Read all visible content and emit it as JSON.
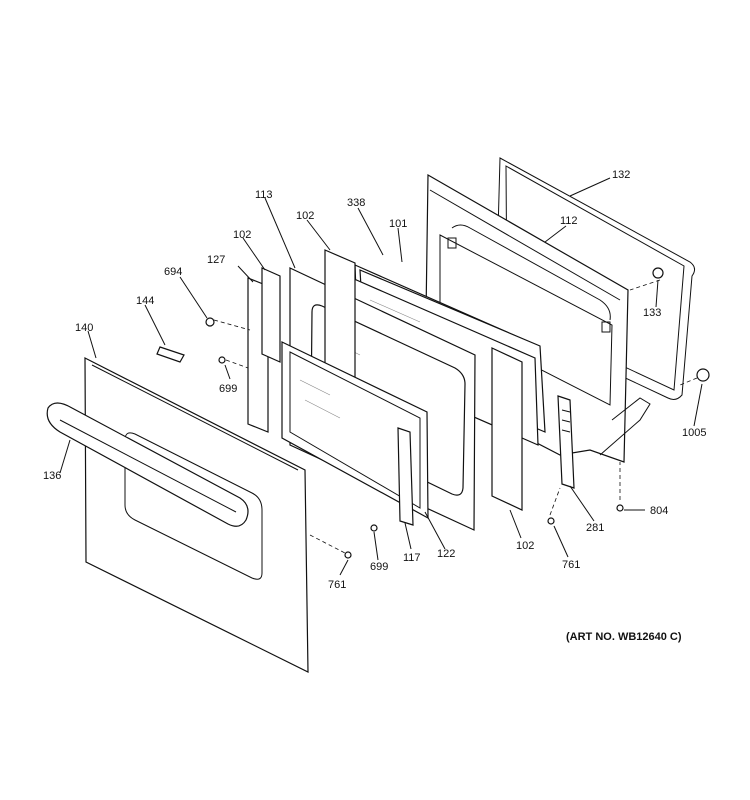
{
  "art_number": "(ART NO. WB12640 C)",
  "callouts": {
    "c132": "132",
    "c112": "112",
    "c338": "338",
    "c101": "101",
    "c113": "113",
    "c102a": "102",
    "c102b": "102",
    "c102c": "102",
    "c127": "127",
    "c694": "694",
    "c144": "144",
    "c140": "140",
    "c699a": "699",
    "c699b": "699",
    "c136": "136",
    "c133": "133",
    "c1005": "1005",
    "c804": "804",
    "c281": "281",
    "c761a": "761",
    "c761b": "761",
    "c117": "117",
    "c122": "122"
  }
}
